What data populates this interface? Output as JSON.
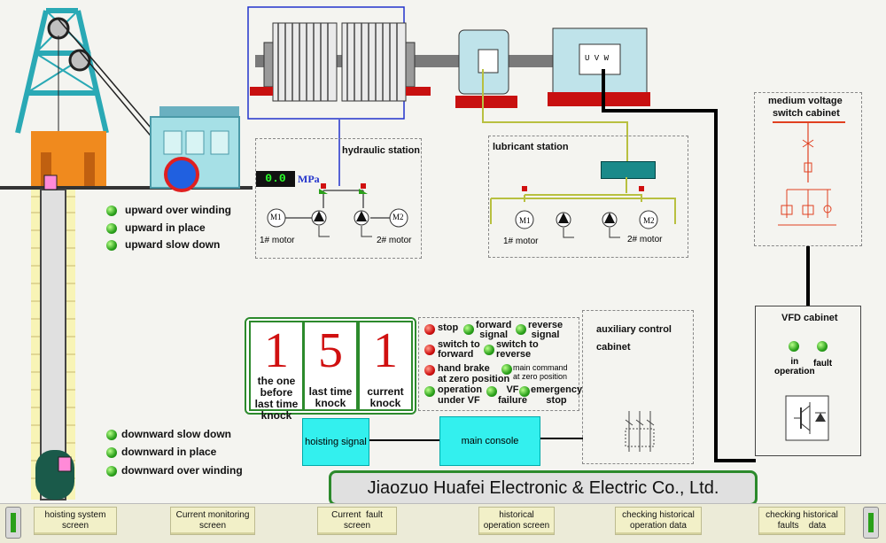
{
  "hoist_status": {
    "upward": [
      "upward  over winding",
      "upward in place",
      "upward  slow down"
    ],
    "downward": [
      "downward slow down",
      "downward in place",
      "downward  over winding"
    ]
  },
  "hydraulic": {
    "title": "hydraulic station",
    "pressure_value": "0.0",
    "pressure_unit": "MPa",
    "motor1_badge": "M1",
    "motor2_badge": "M2",
    "motor1_label": "1# motor",
    "motor2_label": "2# motor"
  },
  "lubricant": {
    "title": "lubricant station",
    "motor1_badge": "M1",
    "motor2_badge": "M2",
    "motor1_label": "1# motor",
    "motor2_label": "2# motor"
  },
  "motor_terminal": "U V W",
  "mv_cabinet": {
    "title_line1": "medium voltage",
    "title_line2": "switch cabinet"
  },
  "vfd": {
    "title": "VFD cabinet",
    "in_operation": "in\noperation",
    "fault": "fault"
  },
  "knock": {
    "prev_prev": {
      "value": "1",
      "label": "the one\nbefore\nlast time\nknock"
    },
    "last": {
      "value": "5",
      "label": "last time\nknock"
    },
    "current": {
      "value": "1",
      "label": "current\nknock"
    }
  },
  "signals": {
    "stop": "stop",
    "forward_signal": "forward\nsignal",
    "reverse_signal": "reverse\nsignal",
    "switch_forward": "switch to\nforward",
    "switch_reverse": "switch to\nreverse",
    "hand_brake": "hand brake\nat zero position",
    "main_command": "main command\nat zero position",
    "operation_vf": "operation\nunder VF",
    "vf_failure": "VF\nfailure",
    "emergency_stop": "emergency\nstop"
  },
  "aux_cabinet": {
    "title_line1": "auxiliary control",
    "title_line2": "cabinet"
  },
  "hoisting_signal": "hoisting signal",
  "main_console": "main console",
  "company_banner": "Jiaozuo Huafei Electronic & Electric Co., Ltd.",
  "nav": [
    "hoisting system\nscreen",
    "Current monitoring\nscreen",
    "Current  fault\nscreen",
    "historical\noperation screen",
    "checking historical\noperation data",
    "checking historical\nfaults    data"
  ],
  "colors": {
    "accent_cyan": "#33f0ee",
    "status_green": "#2aa01a",
    "status_red": "#d01010",
    "knock_red": "#d01010",
    "banner_green": "#2c8a2c"
  }
}
